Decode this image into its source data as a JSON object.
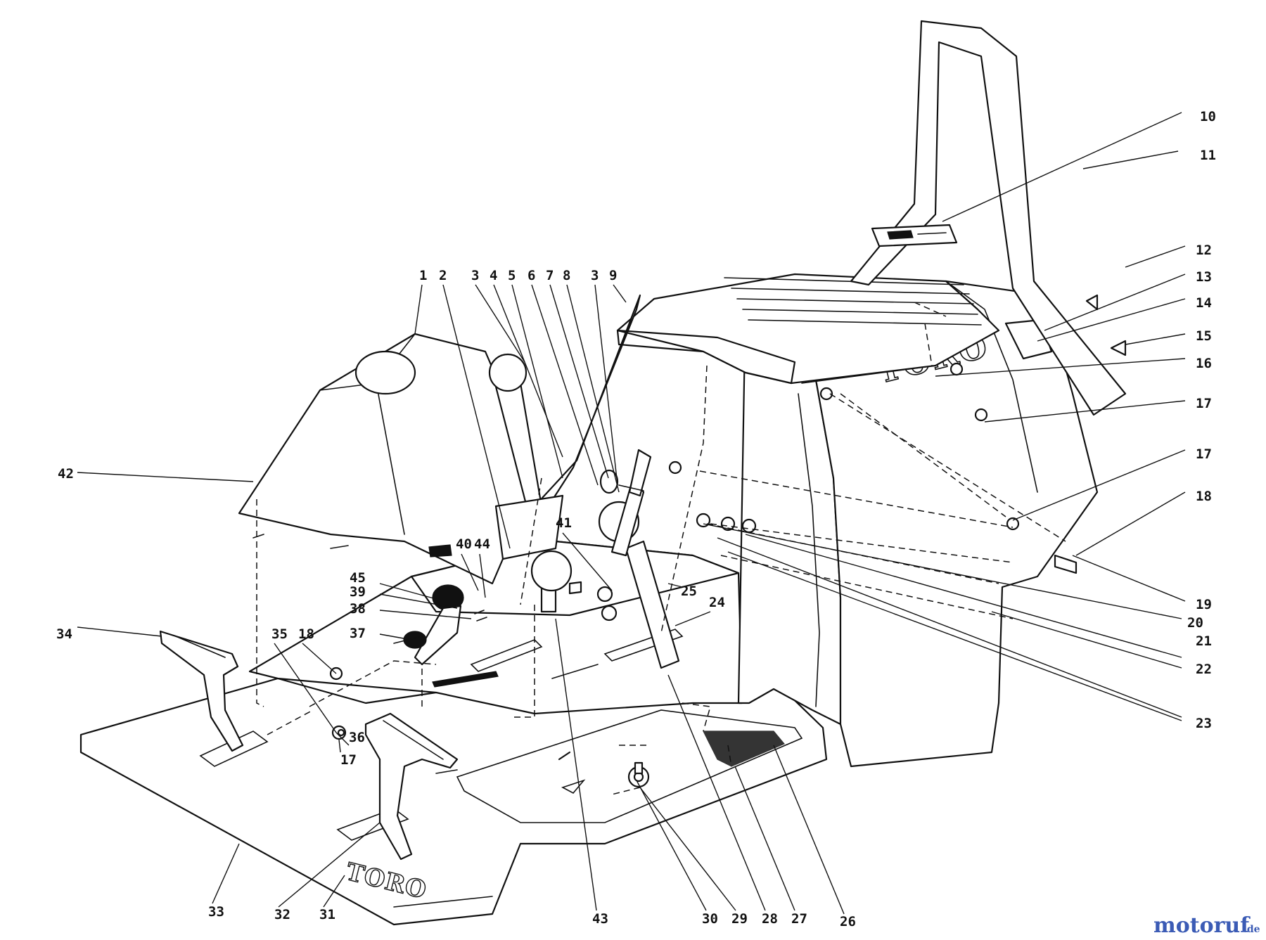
{
  "diagram": {
    "brand_text": "TORO",
    "watermark": {
      "text": "motoruf",
      "suffix": ".de",
      "color": "#3b5bb5"
    },
    "callouts": [
      {
        "id": "c1",
        "label": "1"
      },
      {
        "id": "c2",
        "label": "2"
      },
      {
        "id": "c3a",
        "label": "3"
      },
      {
        "id": "c4",
        "label": "4"
      },
      {
        "id": "c5",
        "label": "5"
      },
      {
        "id": "c6",
        "label": "6"
      },
      {
        "id": "c7",
        "label": "7"
      },
      {
        "id": "c8",
        "label": "8"
      },
      {
        "id": "c3b",
        "label": "3"
      },
      {
        "id": "c9",
        "label": "9"
      },
      {
        "id": "c10",
        "label": "10"
      },
      {
        "id": "c11",
        "label": "11"
      },
      {
        "id": "c12",
        "label": "12"
      },
      {
        "id": "c13",
        "label": "13"
      },
      {
        "id": "c14",
        "label": "14"
      },
      {
        "id": "c15",
        "label": "15"
      },
      {
        "id": "c16",
        "label": "16"
      },
      {
        "id": "c17a",
        "label": "17"
      },
      {
        "id": "c17b",
        "label": "17"
      },
      {
        "id": "c18a",
        "label": "18"
      },
      {
        "id": "c19",
        "label": "19"
      },
      {
        "id": "c20",
        "label": "20"
      },
      {
        "id": "c21",
        "label": "21"
      },
      {
        "id": "c22",
        "label": "22"
      },
      {
        "id": "c23",
        "label": "23"
      },
      {
        "id": "c24",
        "label": "24"
      },
      {
        "id": "c25",
        "label": "25"
      },
      {
        "id": "c26",
        "label": "26"
      },
      {
        "id": "c27",
        "label": "27"
      },
      {
        "id": "c28",
        "label": "28"
      },
      {
        "id": "c29",
        "label": "29"
      },
      {
        "id": "c30",
        "label": "30"
      },
      {
        "id": "c31",
        "label": "31"
      },
      {
        "id": "c32",
        "label": "32"
      },
      {
        "id": "c33",
        "label": "33"
      },
      {
        "id": "c34",
        "label": "34"
      },
      {
        "id": "c35",
        "label": "35"
      },
      {
        "id": "c18b",
        "label": "18"
      },
      {
        "id": "c36",
        "label": "36"
      },
      {
        "id": "c17c",
        "label": "17"
      },
      {
        "id": "c37",
        "label": "37"
      },
      {
        "id": "c38",
        "label": "38"
      },
      {
        "id": "c39",
        "label": "39"
      },
      {
        "id": "c45",
        "label": "45"
      },
      {
        "id": "c40",
        "label": "40"
      },
      {
        "id": "c44",
        "label": "44"
      },
      {
        "id": "c41",
        "label": "41"
      },
      {
        "id": "c42",
        "label": "42"
      },
      {
        "id": "c43",
        "label": "43"
      }
    ]
  }
}
